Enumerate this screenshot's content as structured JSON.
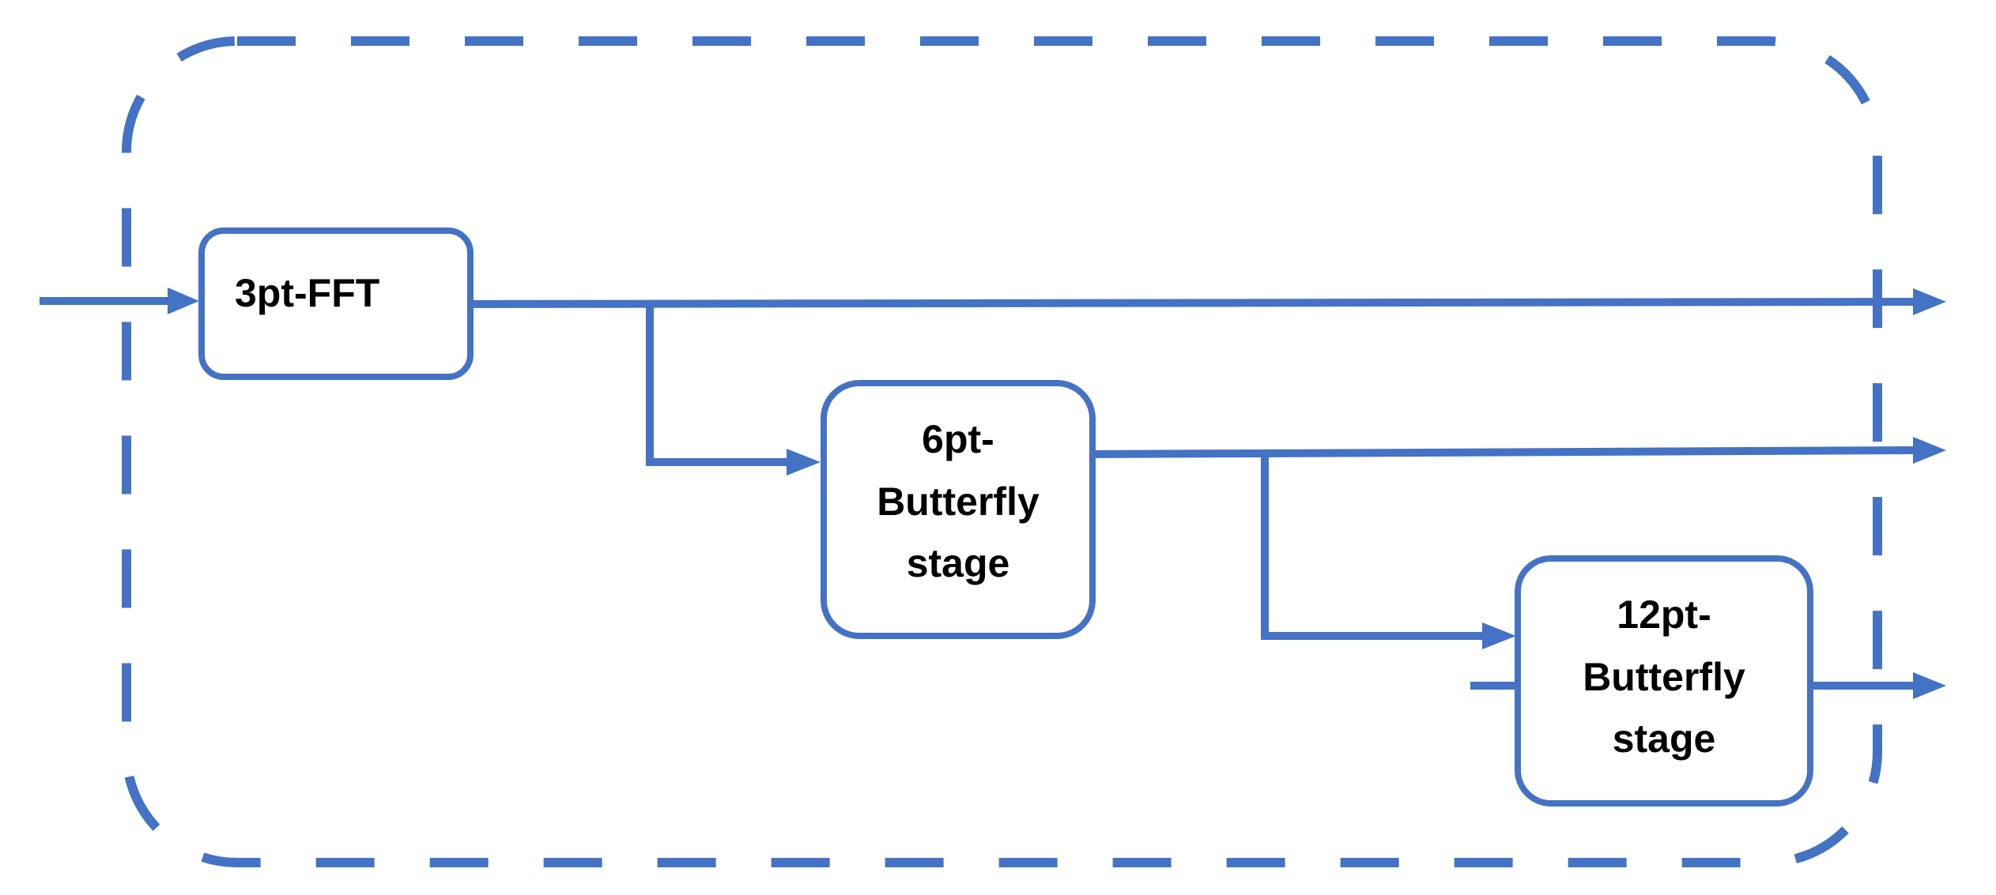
{
  "colors": {
    "accent": "#4472C4",
    "text": "#000000",
    "background": "#ffffff"
  },
  "blocks": {
    "fft3": {
      "label": "3pt-FFT"
    },
    "bf6": {
      "line1": "6pt-",
      "line2": "Butterfly",
      "line3": "stage"
    },
    "bf12": {
      "line1": "12pt-",
      "line2": "Butterfly",
      "line3": "stage"
    }
  }
}
